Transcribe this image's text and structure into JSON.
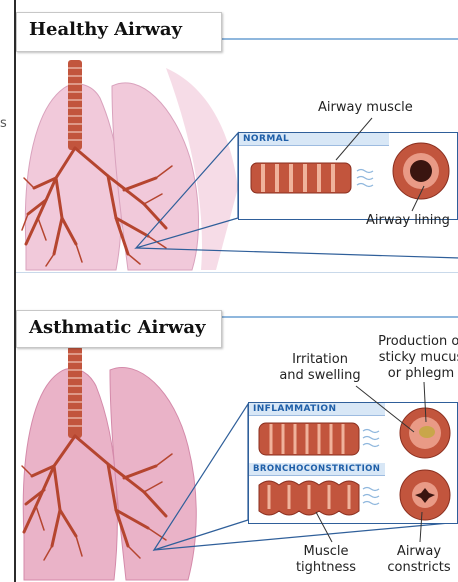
{
  "healthy": {
    "title": "Healthy Airway",
    "tag": "NORMAL",
    "label_muscle": "Airway muscle",
    "label_lining": "Airway lining"
  },
  "asthmatic": {
    "title": "Asthmatic Airway",
    "tag_inflammation": "INFLAMMATION",
    "tag_broncho": "BRONCHOCONSTRICTION",
    "label_irritation_1": "Irritation",
    "label_irritation_2": "and swelling",
    "label_mucus_1": "Production of",
    "label_mucus_2": "sticky mucus",
    "label_mucus_3": "or phlegm",
    "label_muscle_1": "Muscle",
    "label_muscle_2": "tightness",
    "label_airway_1": "Airway",
    "label_airway_2": "constricts"
  },
  "margin_mark": "s",
  "colors": {
    "inset_border": "#2f5f9a",
    "tag_text": "#1f5fa8",
    "airway_tube": "#c2553d",
    "lung_fill": "#f1c9da"
  }
}
